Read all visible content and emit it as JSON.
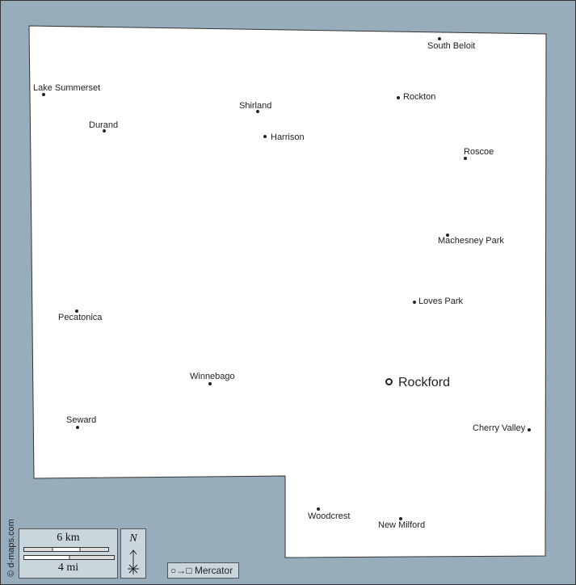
{
  "places": [
    {
      "name": "South Beloit",
      "type": "town"
    },
    {
      "name": "Lake Summerset",
      "type": "town"
    },
    {
      "name": "Rockton",
      "type": "town"
    },
    {
      "name": "Shirland",
      "type": "town"
    },
    {
      "name": "Durand",
      "type": "town"
    },
    {
      "name": "Harrison",
      "type": "town"
    },
    {
      "name": "Roscoe",
      "type": "town"
    },
    {
      "name": "Machesney Park",
      "type": "town"
    },
    {
      "name": "Loves Park",
      "type": "town"
    },
    {
      "name": "Pecatonica",
      "type": "town"
    },
    {
      "name": "Winnebago",
      "type": "town"
    },
    {
      "name": "Rockford",
      "type": "city"
    },
    {
      "name": "Seward",
      "type": "town"
    },
    {
      "name": "Cherry Valley",
      "type": "town"
    },
    {
      "name": "Woodcrest",
      "type": "town"
    },
    {
      "name": "New Milford",
      "type": "town"
    }
  ],
  "scale": {
    "km": "6 km",
    "mi": "4 mi"
  },
  "compass": {
    "north": "N"
  },
  "projection": "Mercator",
  "copyright": "© d-maps.com",
  "colors": {
    "water": "#98adbb",
    "land": "#ffffff",
    "panel": "#c9d6de"
  }
}
